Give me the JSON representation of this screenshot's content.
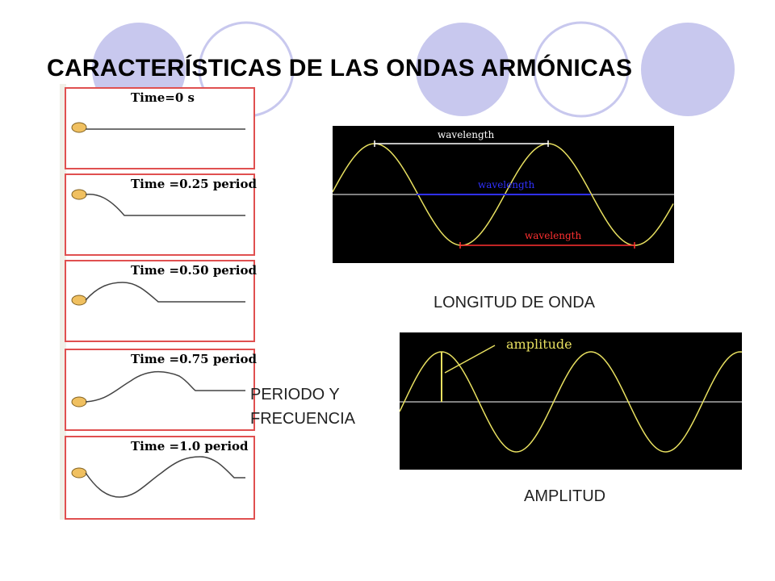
{
  "slide": {
    "title": "CARACTERÍSTICAS DE LAS ONDAS ARMÓNICAS",
    "accent_color": "#c8c8f0",
    "circle_outline_color": "#c8c8f0"
  },
  "panels": [
    {
      "label": "Time=0 s"
    },
    {
      "label": "Time =0.25 period"
    },
    {
      "label": "Time =0.50 period"
    },
    {
      "label": "Time =0.75 period"
    },
    {
      "label": "Time =1.0 period"
    }
  ],
  "wavelength_diagram": {
    "labels": [
      "wavelength",
      "wavelength",
      "wavelength"
    ],
    "label_colors": [
      "#ffffff",
      "#3030ff",
      "#ff3030"
    ],
    "wave_color": "#e8e060",
    "caption": "LONGITUD DE ONDA"
  },
  "amplitude_diagram": {
    "label": "amplitude",
    "label_color": "#e8e060",
    "caption": "AMPLITUD"
  },
  "period_caption": [
    "PERIODO Y",
    "FRECUENCIA"
  ]
}
